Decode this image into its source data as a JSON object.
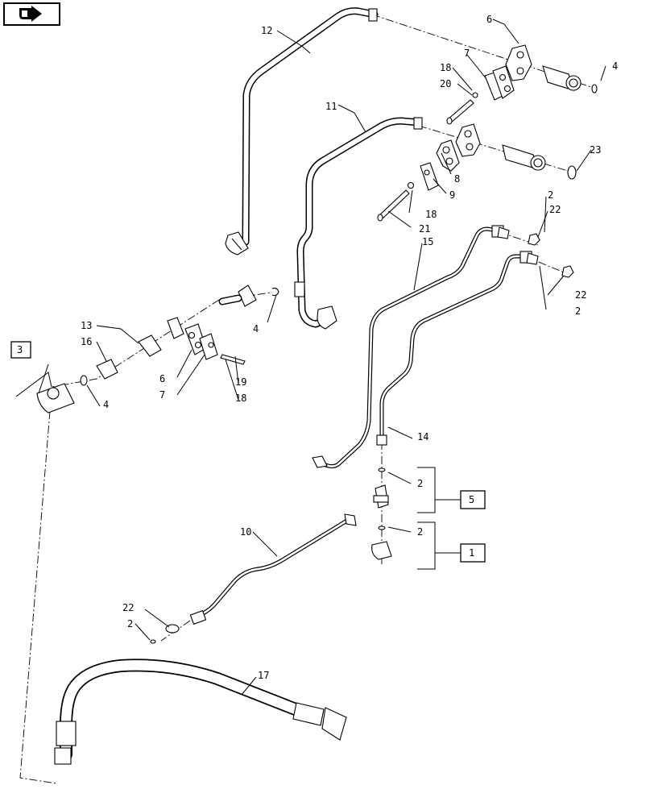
{
  "nav_icon": "next-page-arrow-icon",
  "callouts": {
    "c12": "12",
    "c6_top": "6",
    "c7_top": "7",
    "c18_top": "18",
    "c20": "20",
    "c4_top": "4",
    "c11": "11",
    "c23": "23",
    "c8": "8",
    "c9": "9",
    "c18_mid": "18",
    "c21": "21",
    "c2_a": "2",
    "c22_a": "22",
    "c15": "15",
    "c22_b": "22",
    "c2_b": "2",
    "c4_mid": "4",
    "c13": "13",
    "c16": "16",
    "c6_left": "6",
    "c7_left": "7",
    "c19": "19",
    "c18_left": "18",
    "c4_left": "4",
    "c14": "14",
    "c2_c": "2",
    "c2_d": "2",
    "c10": "10",
    "c22_c": "22",
    "c2_e": "2",
    "c17": "17"
  },
  "boxed_callouts": {
    "b3": "3",
    "b5": "5",
    "b1": "1"
  }
}
